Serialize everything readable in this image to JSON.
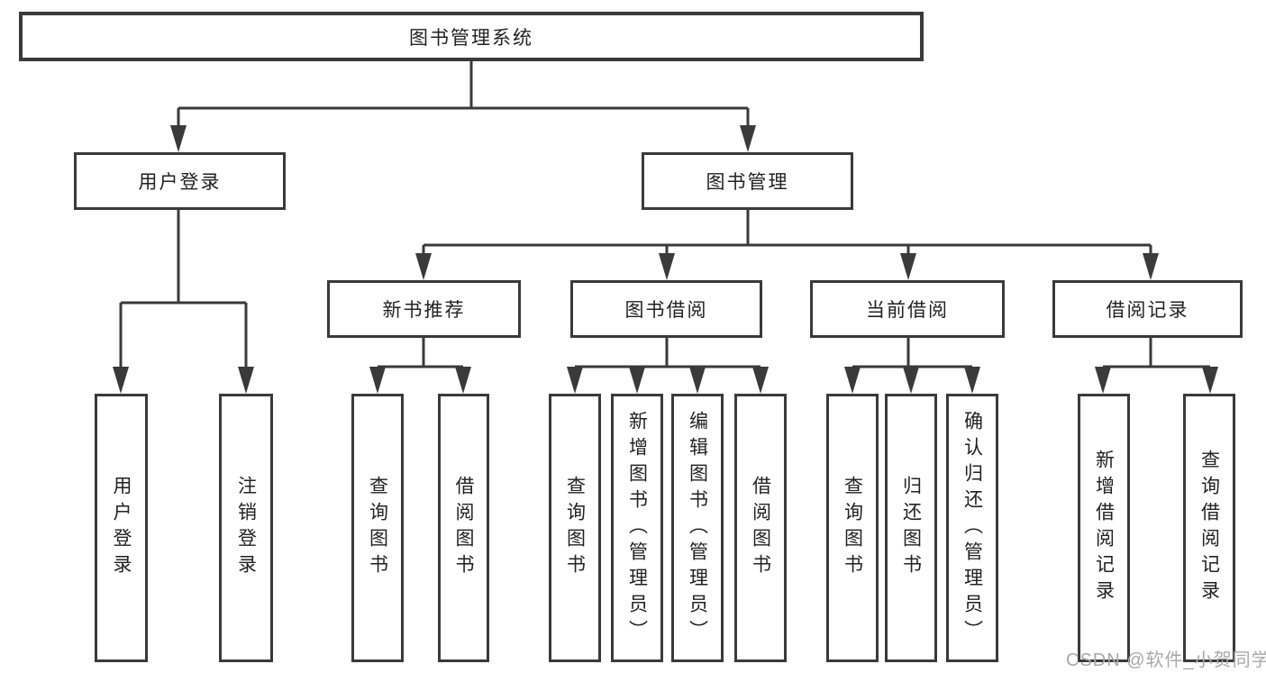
{
  "diagram": {
    "root": "图书管理系统",
    "branches": {
      "user_login": "用户登录",
      "book_mgmt": "图书管理",
      "new_books": "新书推荐",
      "book_borrow": "图书借阅",
      "current_borrow": "当前借阅",
      "borrow_records": "借阅记录"
    },
    "leaves": {
      "user_login": [
        "用户登录",
        "注销登录"
      ],
      "new_books": [
        "查询图书",
        "借阅图书"
      ],
      "book_borrow": [
        "查询图书",
        "新增图书（管理员）",
        "编辑图书（管理员）",
        "借阅图书"
      ],
      "current_borrow": [
        "查询图书",
        "归还图书",
        "确认归还（管理员）"
      ],
      "borrow_records": [
        "新增借阅记录",
        "查询借阅记录"
      ]
    }
  },
  "watermark": "CSDN @软件_小贺同学",
  "colors": {
    "line": "#3a3a3a",
    "box_border": "#3a3a3a",
    "text": "#222222",
    "watermark": "#a9a9a9",
    "background": "#ffffff"
  }
}
